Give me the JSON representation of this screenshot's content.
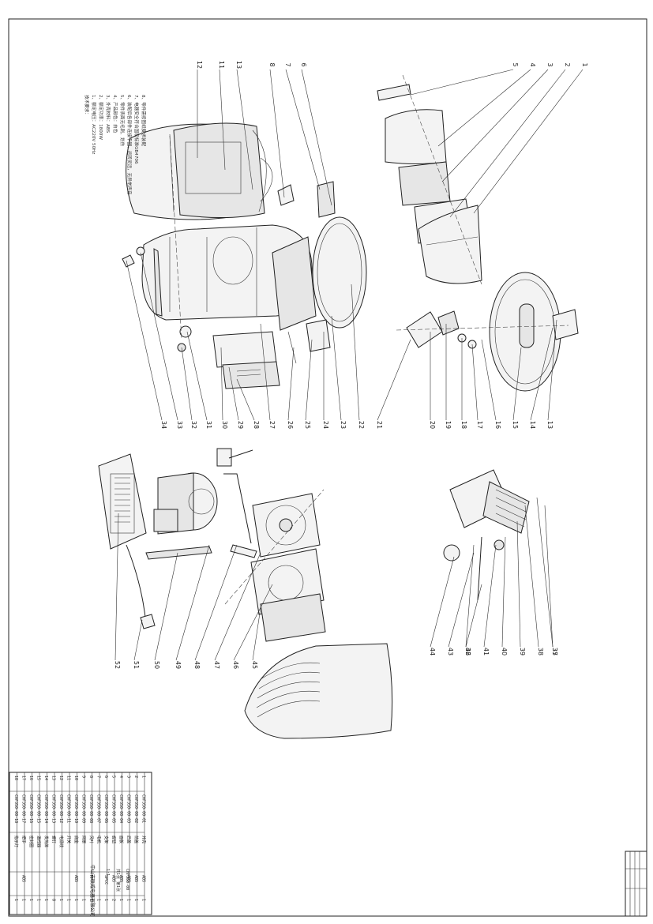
{
  "callouts_upper": [
    "12",
    "11",
    "13",
    "8",
    "7",
    "6",
    "5",
    "4",
    "3",
    "2",
    "1",
    "34",
    "33",
    "32",
    "31",
    "30",
    "29",
    "28",
    "27",
    "26",
    "25",
    "24",
    "23",
    "22",
    "21",
    "20",
    "19",
    "18",
    "17",
    "16",
    "15",
    "14",
    "13"
  ],
  "callouts_lower": [
    "52",
    "51",
    "50",
    "49",
    "48",
    "47",
    "46",
    "45",
    "44",
    "43",
    "42",
    "41",
    "40",
    "39",
    "38",
    "37",
    "36",
    "35"
  ],
  "notes": [
    "技术要求：",
    "1、额定电压：AC220V 50Hz",
    "2、额定功率：1800W",
    "3、外壳材料：ABS",
    "4、产品颜色：白色",
    "5、零件表面无毛刺、划伤",
    "6、装配后各部件连接牢固，运转灵活，无异常声音",
    "7、电器安全符合国家标准GB4706",
    "8、零件需按图纸要求装配"
  ],
  "bom_rows": [
    [
      "1",
      "CHF350-00-01",
      "外壳",
      "ABS",
      "1"
    ],
    [
      "2",
      "CHF350-00-02",
      "前盖",
      "ABS",
      "1"
    ],
    [
      "3",
      "CHF350-00-03",
      "后盖",
      "ABS",
      "1"
    ],
    [
      "4",
      "CHF350-00-04",
      "面板",
      "ABS",
      "1"
    ],
    [
      "5",
      "CHF350-00-05",
      "旋钮",
      "ABS",
      "2"
    ],
    [
      "6",
      "CHF350-00-06",
      "支架",
      "SPCC",
      "1"
    ],
    [
      "7",
      "CHF350-00-07",
      "电机",
      "",
      "1"
    ],
    [
      "8",
      "CHF350-00-08",
      "风叶",
      "PP",
      "1"
    ],
    [
      "9",
      "CHF350-00-09",
      "网罩",
      "",
      "1"
    ],
    [
      "10",
      "CHF350-00-10",
      "底座",
      "ABS",
      "1"
    ],
    [
      "11",
      "CHF350-00-11",
      "开关",
      "",
      "1"
    ],
    [
      "12",
      "CHF350-00-12",
      "电源线",
      "",
      "1"
    ],
    [
      "13",
      "CHF350-00-13",
      "螺钉",
      "",
      "8"
    ],
    [
      "14",
      "CHF350-00-14",
      "发热体",
      "",
      "1"
    ],
    [
      "15",
      "CHF350-00-15",
      "温控器",
      "",
      "1"
    ],
    [
      "16",
      "CHF350-00-16",
      "密封圈",
      "",
      "1"
    ],
    [
      "17",
      "CHF350-00-17",
      "把手",
      "ABS",
      "1"
    ],
    [
      "18",
      "CHF350-00-18",
      "指示灯",
      "",
      "1"
    ]
  ],
  "title_block": {
    "company": "中山市联威电器有限公司",
    "drawing_no": "CHF350-00",
    "scale": "1:1",
    "sheet": "共1张 第1张"
  }
}
